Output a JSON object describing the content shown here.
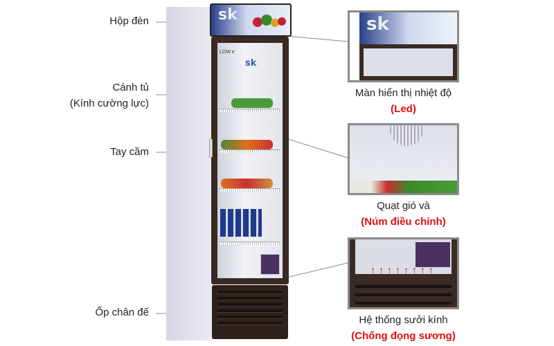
{
  "left_labels": {
    "light_box": "Hộp đèn",
    "door": "Cánh tủ",
    "door_sub": "(Kính cường lực)",
    "handle": "Tay cầm",
    "base_cover": "Ốp chân đế"
  },
  "right_captions": {
    "display": "Màn hiển thị nhiệt độ",
    "display_sub": "(Led)",
    "fan": "Quạt gió và",
    "fan_sub": "(Núm điều chỉnh)",
    "heater": "Hệ thống sưởi kính",
    "heater_sub": "(Chống đọng sương)"
  },
  "brand": "sk",
  "glass_badge": "LOW e",
  "colors": {
    "accent_red": "#e01010",
    "frame": "#3a2a24",
    "line": "#888888"
  }
}
